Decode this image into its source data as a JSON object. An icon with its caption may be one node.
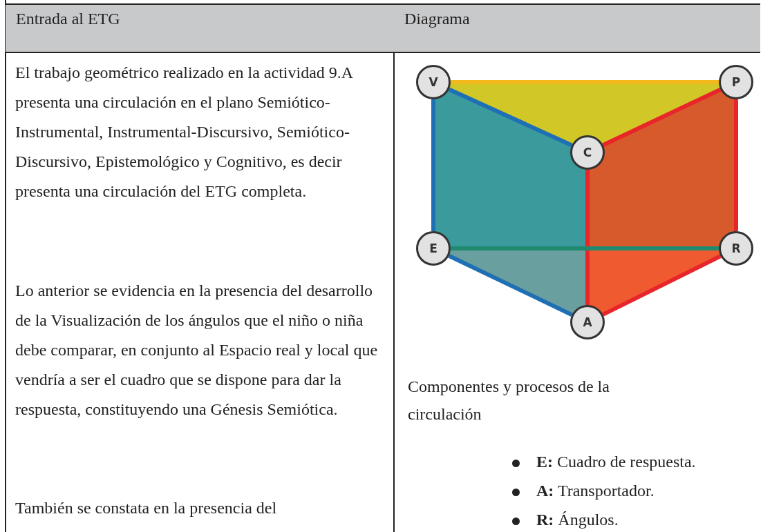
{
  "diagram": {
    "nodes": [
      {
        "text": [
          "V"
        ]
      },
      {
        "text": [
          "P"
        ]
      },
      {
        "text": [
          "C"
        ]
      },
      {
        "text": [
          "E"
        ]
      },
      {
        "text": [
          "R"
        ]
      },
      {
        "text": [
          "A"
        ]
      }
    ],
    "edges": [
      {
        "from": 0,
        "to": 1,
        "arrow": "none",
        "color": "#f2b81c"
      },
      {
        "from": 0,
        "to": 2,
        "arrow": "none",
        "color": "#1f6fb5"
      },
      {
        "from": 2,
        "to": 1,
        "arrow": "none",
        "color": "#e8262a"
      },
      {
        "from": 0,
        "to": 3,
        "arrow": "none",
        "color": "#1f6fb5"
      },
      {
        "from": 1,
        "to": 4,
        "arrow": "none",
        "color": "#e8262a"
      },
      {
        "from": 2,
        "to": 5,
        "arrow": "none",
        "color": "#e8262a"
      },
      {
        "from": 3,
        "to": 4,
        "arrow": "none",
        "color": "#1f8a6e"
      },
      {
        "from": 3,
        "to": 5,
        "arrow": "none",
        "color": "#1f6fb5"
      },
      {
        "from": 5,
        "to": 4,
        "arrow": "none",
        "color": "#e8262a"
      }
    ],
    "labels": [
      "Entrada al ETG",
      "Diagrama",
      "El trabajo geométrico realizado en la actividad 9.A presenta una circulación en el plano Semiótico-Instrumental, Instrumental-Discursivo, Semiótico-Discursivo, Epistemológico y Cognitivo, es decir presenta una circulación del ETG completa.",
      "Lo anterior se evidencia en la presencia del desarrollo de la Visualización de los ángulos que el niño o niña debe comparar, en conjunto al Espacio real y local que vendría a ser el cuadro que se dispone para dar la respuesta, constituyendo una Génesis Semiótica.",
      "También se constata en la presencia del",
      "Componentes y procesos de la circulación",
      "**E:** Cuadro de respuesta.",
      "**A:** Transportador.",
      "**R:** Ángulos."
    ]
  }
}
